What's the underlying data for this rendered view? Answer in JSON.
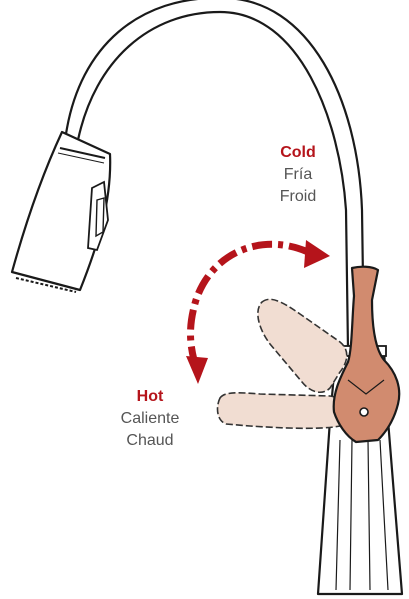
{
  "colors": {
    "accent": "#b5141b",
    "handle": "#d18b6f",
    "handle_ghost": "#f1ddd2",
    "outline": "#1a1a1a"
  },
  "cold": {
    "heading": "Cold",
    "line1": "Fría",
    "line2": "Froid"
  },
  "hot": {
    "heading": "Hot",
    "line1": "Caliente",
    "line2": "Chaud"
  },
  "icons": [
    "faucet-illustration",
    "rotation-arrow-icon"
  ]
}
